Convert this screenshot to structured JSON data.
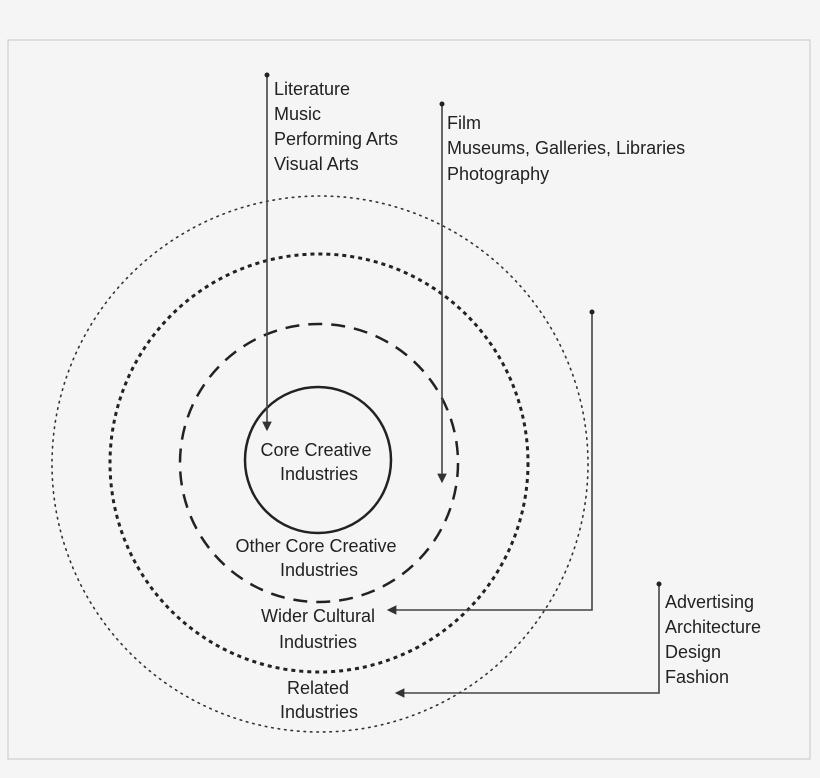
{
  "rings": [
    {
      "label": [
        "Core Creative",
        "Industries"
      ],
      "style": "solid"
    },
    {
      "label": [
        "Other Core Creative",
        "Industries"
      ],
      "style": "dashed"
    },
    {
      "label": [
        "Wider Cultural",
        "Industries"
      ],
      "style": "dotted-heavy"
    },
    {
      "label": [
        "Related",
        "Industries"
      ],
      "style": "dotted-light"
    }
  ],
  "callouts": {
    "core": [
      "Literature",
      "Music",
      "Performing Arts",
      "Visual Arts"
    ],
    "other_core": [
      "Film",
      "Museums, Galleries, Libraries",
      "Photography"
    ],
    "related": [
      "Advertising",
      "Architecture",
      "Design",
      "Fashion"
    ]
  },
  "colors": {
    "background": "#f5f5f5",
    "ink": "#222222",
    "frame": "#c8c8c8"
  }
}
